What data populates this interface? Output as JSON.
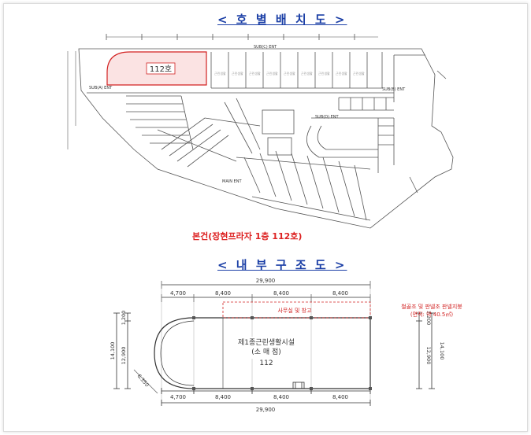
{
  "headings": {
    "unit_layout": "< 호 별 배 치 도 >",
    "interior": "< 내 부 구 조 도 >"
  },
  "floor_plan": {
    "unit_label": "112호",
    "caption": "본건(장현프라자 1층 112호)",
    "text_labels": [
      "SUB(C) ENT",
      "SUB(A) ENT",
      "SUB(B) ENT",
      "SUB(D) ENT",
      "MAIN ENT"
    ]
  },
  "interior_plan": {
    "top_total": "29,900",
    "bottom_total": "29,900",
    "top_segments": [
      "4,700",
      "8,400",
      "8,400",
      "8,400"
    ],
    "bottom_segments": [
      "4,700",
      "8,400",
      "8,400",
      "8,400"
    ],
    "left_total": "14,100",
    "left_inner": "12,900",
    "left_top": "1,200",
    "right_total": "14,100",
    "right_inner": "12,900",
    "right_top": "1,200",
    "diag": "6,350",
    "room_name_1": "제1종근린생활시설",
    "room_name_2": "(소 매 점)",
    "room_number": "112",
    "office_note": "사무실 및 창고",
    "note_1": "철골조 및 판넬조 판넬지붕",
    "note_2": "(면적: 약 40.5㎡)"
  },
  "colors": {
    "heading": "#1b3fa6",
    "highlight": "#d22222",
    "highlight_fill": "#fbe3e3",
    "line": "#333333"
  }
}
